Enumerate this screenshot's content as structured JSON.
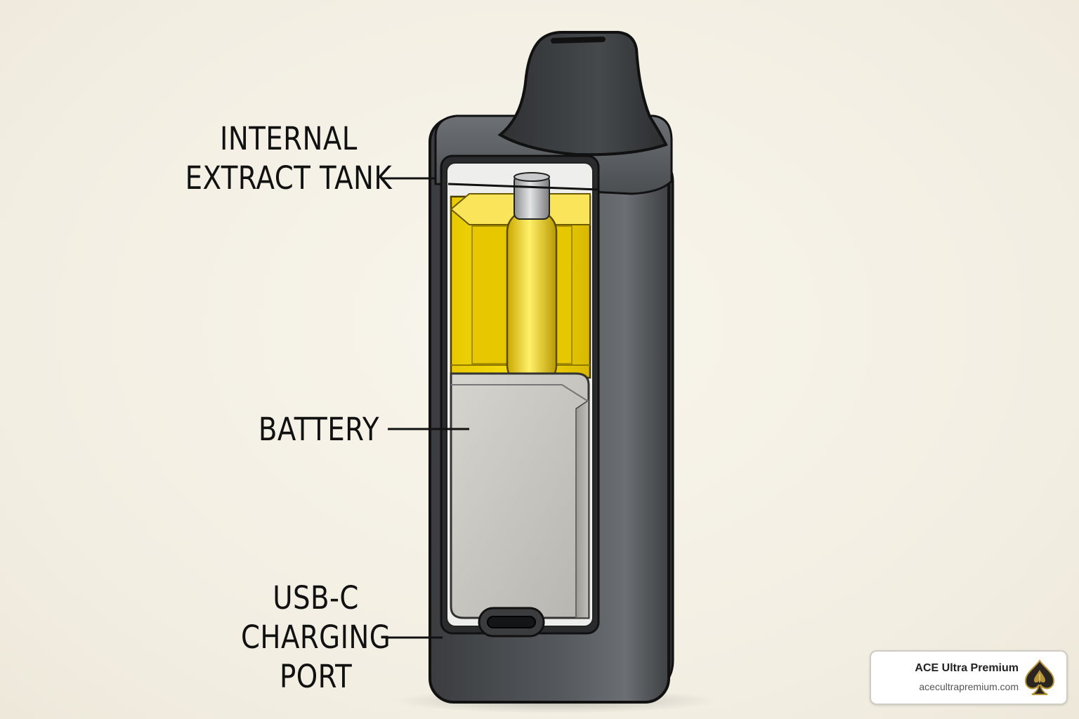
{
  "labels": {
    "tank_line1": "INTERNAL",
    "tank_line2": "EXTRACT TANK",
    "battery": "BATTERY",
    "port_line1": "USB-C",
    "port_line2": "CHARGING",
    "port_line3": "PORT"
  },
  "brand": {
    "name": "ACE Ultra Premium",
    "website": "acecultrapremium.com"
  },
  "colors": {
    "background": "#f4f1e6",
    "device_body": "#4a4c4f",
    "extract": "#f2d800",
    "battery": "#c8c6c0",
    "leader_line": "#111111",
    "logo_gold": "#b8953a"
  },
  "icons": {
    "logo": "spade-icon"
  }
}
